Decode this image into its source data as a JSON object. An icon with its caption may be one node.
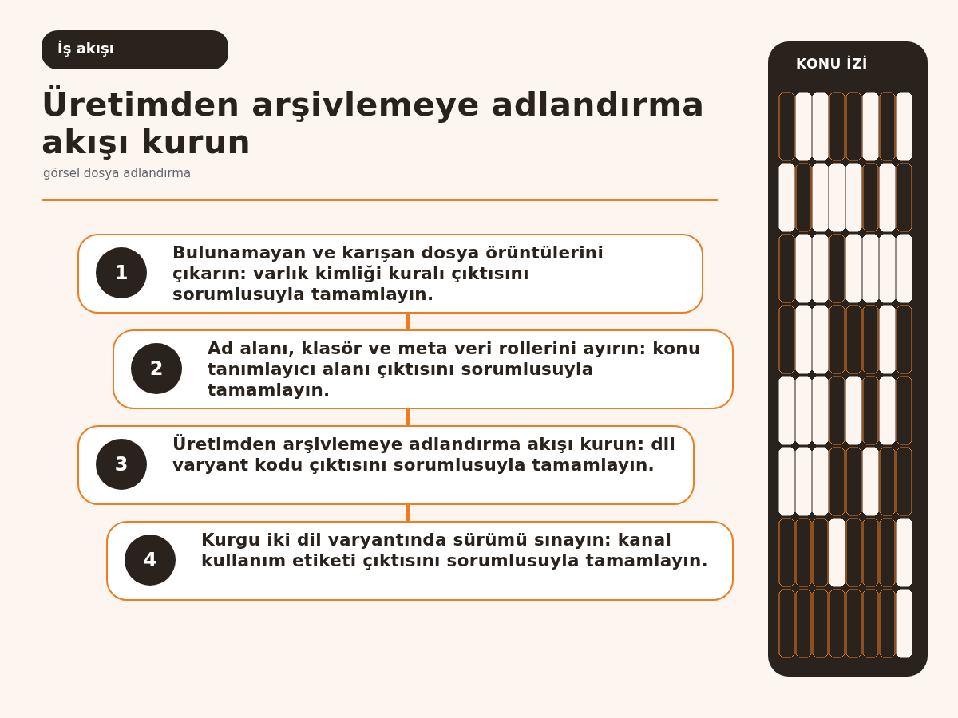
{
  "diagram": {
    "title": "Üretimden arşivlemeye adlandırma akışı kurun",
    "nodes": [
      {
        "text": [
          "İş akışı"
        ]
      },
      {
        "text": [
          "Bulunamayan ve karışan dosya örüntülerini çıkarın: varlık kimliği kuralı çıktısını sorumlusuyla tamamlayın."
        ]
      },
      {
        "text": [
          "1"
        ],
        "in": 1
      },
      {
        "text": [
          "Ad alanı, klasör ve meta veri rollerini ayırın: konu tanımlayıcı alanı çıktısını sorumlusuyla tamamlayın."
        ]
      },
      {
        "text": [
          "2"
        ],
        "in": 3
      },
      {
        "text": [
          "Üretimden arşivlemeye adlandırma akışı kurun: dil varyant kodu çıktısını sorumlusuyla tamamlayın."
        ]
      },
      {
        "text": [
          "3"
        ],
        "in": 5
      },
      {
        "text": [
          "Kurgu iki dil varyantında sürümü sınayın: kanal kullanım etiketi çıktısını sorumlusuyla tamamlayın."
        ]
      },
      {
        "text": [
          "4"
        ],
        "in": 7
      },
      {
        "text": [
          "KONU İZİ"
        ]
      }
    ],
    "edges": [
      {
        "from": 1,
        "to": 3,
        "arrow": "none"
      },
      {
        "from": 3,
        "to": 5,
        "arrow": "none"
      },
      {
        "from": 5,
        "to": 7,
        "arrow": "none"
      }
    ],
    "labels": [
      "görsel dosya adlandırma"
    ]
  }
}
